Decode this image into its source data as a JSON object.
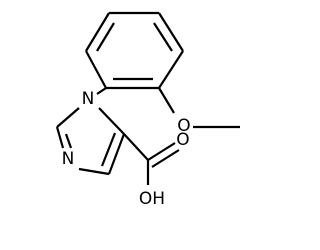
{
  "molecule": {
    "atoms": {
      "n1": {
        "symbol": "N",
        "color": "#0000ff"
      },
      "n3": {
        "symbol": "N",
        "color": "#0000ff"
      },
      "o_methoxy": {
        "symbol": "O",
        "color": "#ff0000"
      },
      "o_carbonyl": {
        "symbol": "O",
        "color": "#ff0000"
      },
      "oh": {
        "symbol": "OH",
        "color": "#ff0000"
      }
    },
    "bond_color": "#000000"
  }
}
